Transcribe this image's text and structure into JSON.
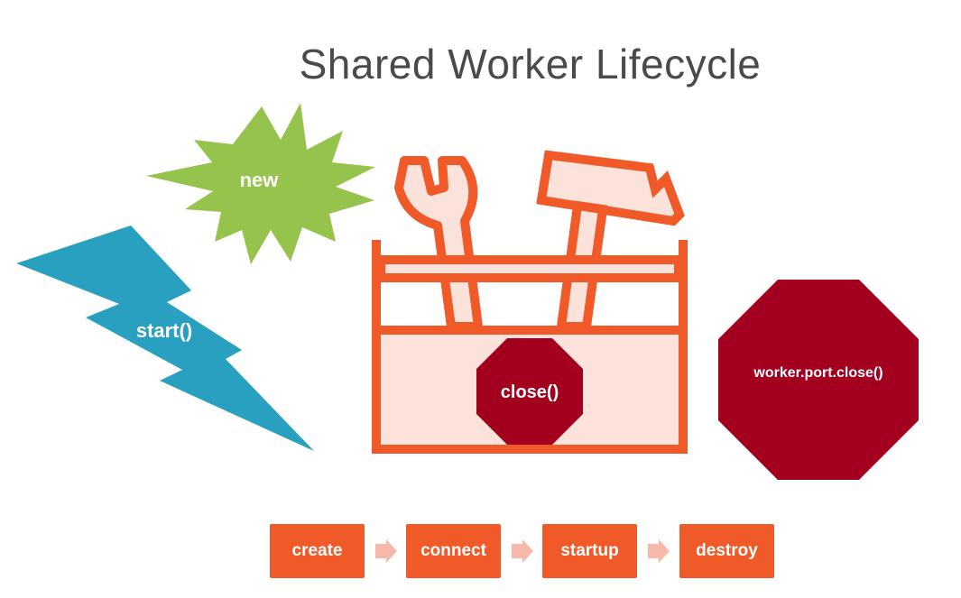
{
  "title": "Shared Worker Lifecycle",
  "shapes": {
    "new_label": "new",
    "start_label": "start()",
    "close_label": "close()",
    "port_close_label": "worker.port.close()"
  },
  "steps": [
    "create",
    "connect",
    "startup",
    "destroy"
  ],
  "colors": {
    "orange": "#f05a28",
    "orange_light": "#fbe3dc",
    "green": "#96c34b",
    "blue": "#2aa0c0",
    "crimson": "#a3001f",
    "arrow": "#f6b9a9"
  }
}
